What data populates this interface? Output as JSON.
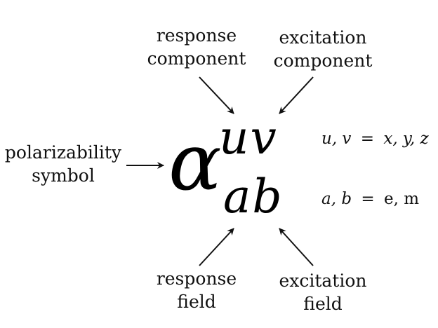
{
  "symbol": {
    "main": "α",
    "superscript": "uv",
    "subscript": "ab"
  },
  "labels": {
    "response_component": [
      "response",
      "component"
    ],
    "excitation_component": [
      "excitation",
      "component"
    ],
    "polarizability_symbol": [
      "polarizability",
      "symbol"
    ],
    "response_field": [
      "response",
      "field"
    ],
    "excitation_field": [
      "excitation",
      "field"
    ]
  },
  "equations": {
    "uv": {
      "vars": "u, v",
      "eq": "=",
      "values": "x, y, z"
    },
    "ab": {
      "vars": "a, b",
      "eq": "=",
      "values": "e, m"
    }
  }
}
